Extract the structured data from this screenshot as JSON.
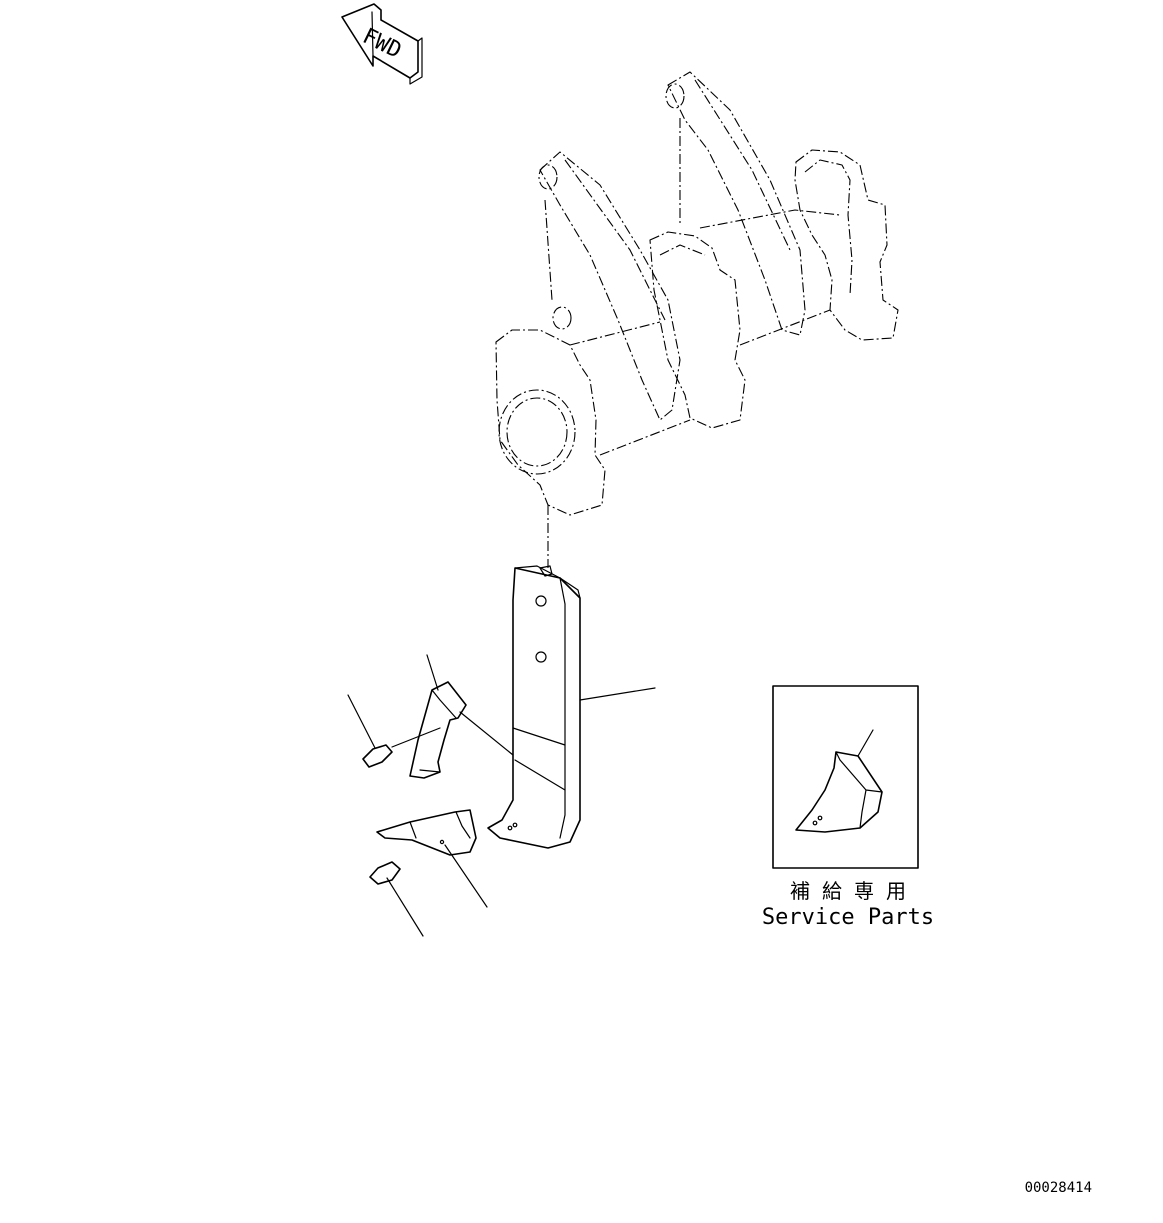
{
  "fwd_arrow": {
    "label": "FWD"
  },
  "service_box": {
    "label_jp": "補 給 専 用",
    "label_en": "Service Parts"
  },
  "figure_number": "00028414"
}
